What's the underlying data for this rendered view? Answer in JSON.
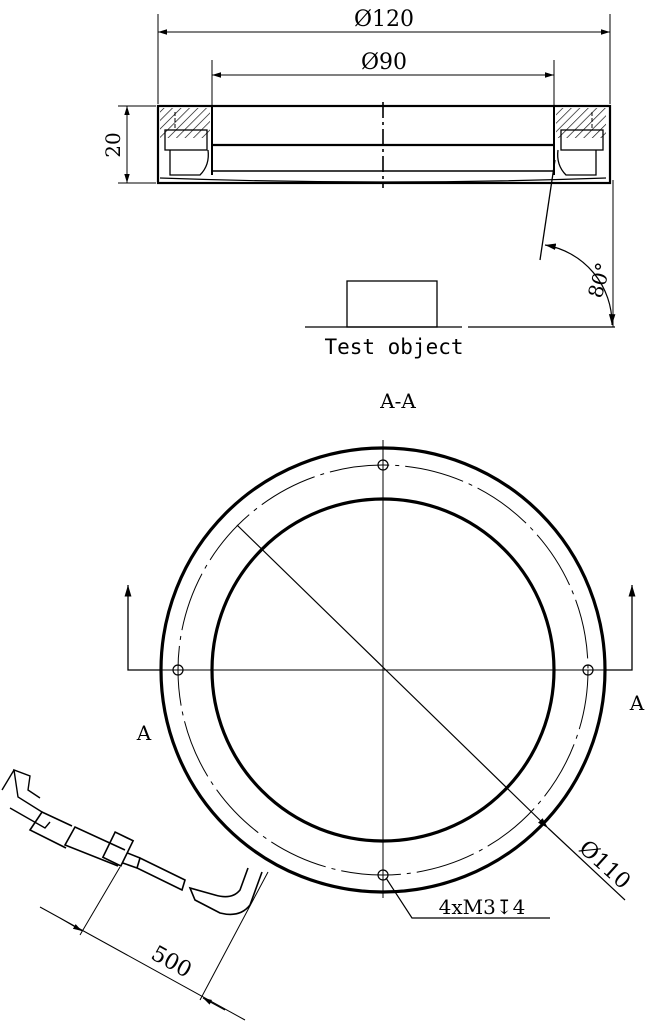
{
  "top_view": {
    "dim_outer": "Ø120",
    "dim_inner": "Ø90",
    "dim_height": "20",
    "angle": "80°",
    "test_object_label": "Test object"
  },
  "section_label": "A-A",
  "bottom_view": {
    "section_mark_left": "A",
    "section_mark_right": "A",
    "dim_bolt_circle": "Ø110",
    "hole_callout": "4xM3↧4",
    "cable_length": "500"
  },
  "colors": {
    "line": "#000000",
    "background": "#ffffff"
  }
}
